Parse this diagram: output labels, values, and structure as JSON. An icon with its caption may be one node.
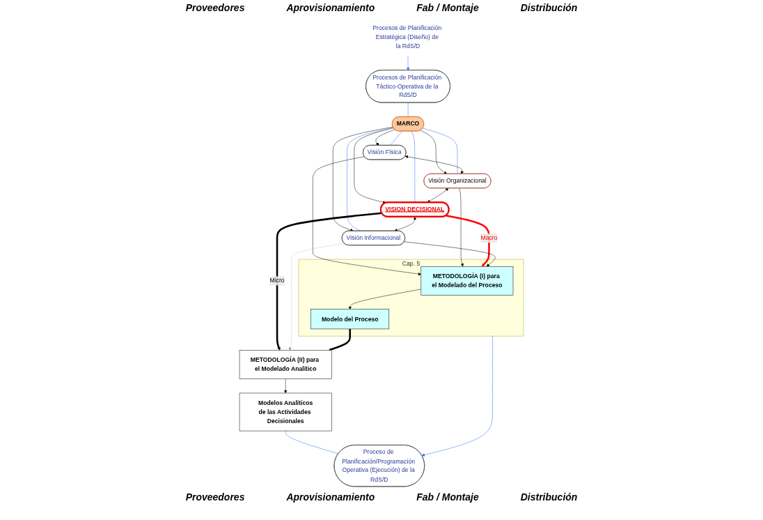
{
  "diagram": {
    "nodes": [
      {
        "text": [
          "Procesos de Planificación Estratégica (Diseño) de la RdS/D"
        ]
      },
      {
        "text": [
          "Procesos de Planificación Táctico-Operativa de la RdS/D"
        ]
      },
      {
        "text": [
          "MARCO"
        ]
      },
      {
        "text": [
          "Visión Física"
        ]
      },
      {
        "text": [
          "Visión Organizacional"
        ]
      },
      {
        "text": [
          "VISION DECISIONAL"
        ]
      },
      {
        "text": [
          "Visión Informacional"
        ]
      },
      {
        "text": [
          "Cap. 5"
        ]
      },
      {
        "text": [
          "METODOLOGÍA (I) para el Modelado del Proceso"
        ],
        "in": 7
      },
      {
        "text": [
          "Modelo del Proceso"
        ],
        "in": 7
      },
      {
        "text": [
          "METODOLOGÍA (II) para el Modelado Analítico"
        ]
      },
      {
        "text": [
          "Modelos Analíticos",
          "de las Actividades Decisionales"
        ]
      },
      {
        "text": [
          "Proceso de Planificación/Programación Operativa (Ejecución) de la RdS/D"
        ]
      }
    ],
    "edges": [
      {
        "from": 0,
        "to": 1,
        "arrow": "to",
        "color": "#3366ff"
      },
      {
        "from": 1,
        "to": 2,
        "arrow": "none",
        "color": "#3366ff"
      },
      {
        "from": 2,
        "to": 3,
        "arrow": "to"
      },
      {
        "from": 2,
        "to": 4,
        "arrow": "to"
      },
      {
        "from": 2,
        "to": 5,
        "arrow": "to"
      },
      {
        "from": 2,
        "to": 6,
        "arrow": "to"
      },
      {
        "from": 2,
        "to": 3,
        "arrow": "none",
        "color": "#3366ff"
      },
      {
        "from": 2,
        "to": 4,
        "arrow": "none",
        "color": "#3366ff"
      },
      {
        "from": 2,
        "to": 5,
        "arrow": "none",
        "color": "#3366ff"
      },
      {
        "from": 2,
        "to": 6,
        "arrow": "none",
        "color": "#3366ff"
      },
      {
        "from": 3,
        "to": 4,
        "arrow": "both"
      },
      {
        "from": 4,
        "to": 5,
        "arrow": "both"
      },
      {
        "from": 5,
        "to": 6,
        "arrow": "both"
      },
      {
        "from": 3,
        "to": 8,
        "arrow": "to"
      },
      {
        "from": 4,
        "to": 8,
        "arrow": "to"
      },
      {
        "from": 5,
        "to": 8,
        "arrow": "to",
        "label": "Macro",
        "style": "thick",
        "color": "#ff0000"
      },
      {
        "from": 5,
        "to": 10,
        "arrow": "to",
        "label": "Micro",
        "style": "thick"
      },
      {
        "from": 6,
        "to": 8,
        "arrow": "to"
      },
      {
        "from": 6,
        "to": 10,
        "arrow": "to",
        "style": "dashed",
        "color": "#999999"
      },
      {
        "from": 8,
        "to": 9,
        "arrow": "to"
      },
      {
        "from": 9,
        "to": 10,
        "arrow": "to",
        "style": "thick"
      },
      {
        "from": 10,
        "to": 11,
        "arrow": "to"
      },
      {
        "from": 7,
        "to": 12,
        "arrow": "to",
        "color": "#3366ff"
      },
      {
        "from": 11,
        "to": 12,
        "arrow": "none",
        "color": "#3366ff"
      }
    ],
    "labels": [
      "Proveedores",
      "Aprovisionamiento",
      "Fab / Montaje",
      "Distribución",
      "Proveedores",
      "Aprovisionamiento",
      "Fab / Montaje",
      "Distribución"
    ]
  }
}
